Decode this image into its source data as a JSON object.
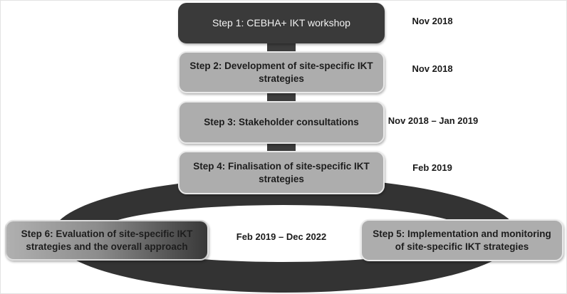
{
  "steps": [
    {
      "label": "Step 1: CEBHA+ IKT workshop",
      "date": "Nov 2018"
    },
    {
      "label": "Step 2: Development of site-specific IKT strategies",
      "date": "Nov 2018"
    },
    {
      "label": "Step 3: Stakeholder consultations",
      "date": "Nov 2018 – Jan 2019"
    },
    {
      "label": "Step 4: Finalisation of site-specific IKT strategies",
      "date": "Feb 2019"
    },
    {
      "label": "Step 5: Implementation and monitoring of site-specific IKT strategies"
    },
    {
      "label": "Step 6: Evaluation of site-specific IKT strategies and the overall approach"
    }
  ],
  "cycle": {
    "date_range": "Feb 2019 – Dec 2022"
  },
  "colors": {
    "dark_box": "#3a3a3a",
    "gray_box": "#adadad",
    "ring": "#333333",
    "box_border": "#e9e9e9",
    "step1_text": "#f2f2f2",
    "text": "#1d1d1d",
    "gradient_left": "#b0b0b0",
    "gradient_right": "#383838"
  }
}
